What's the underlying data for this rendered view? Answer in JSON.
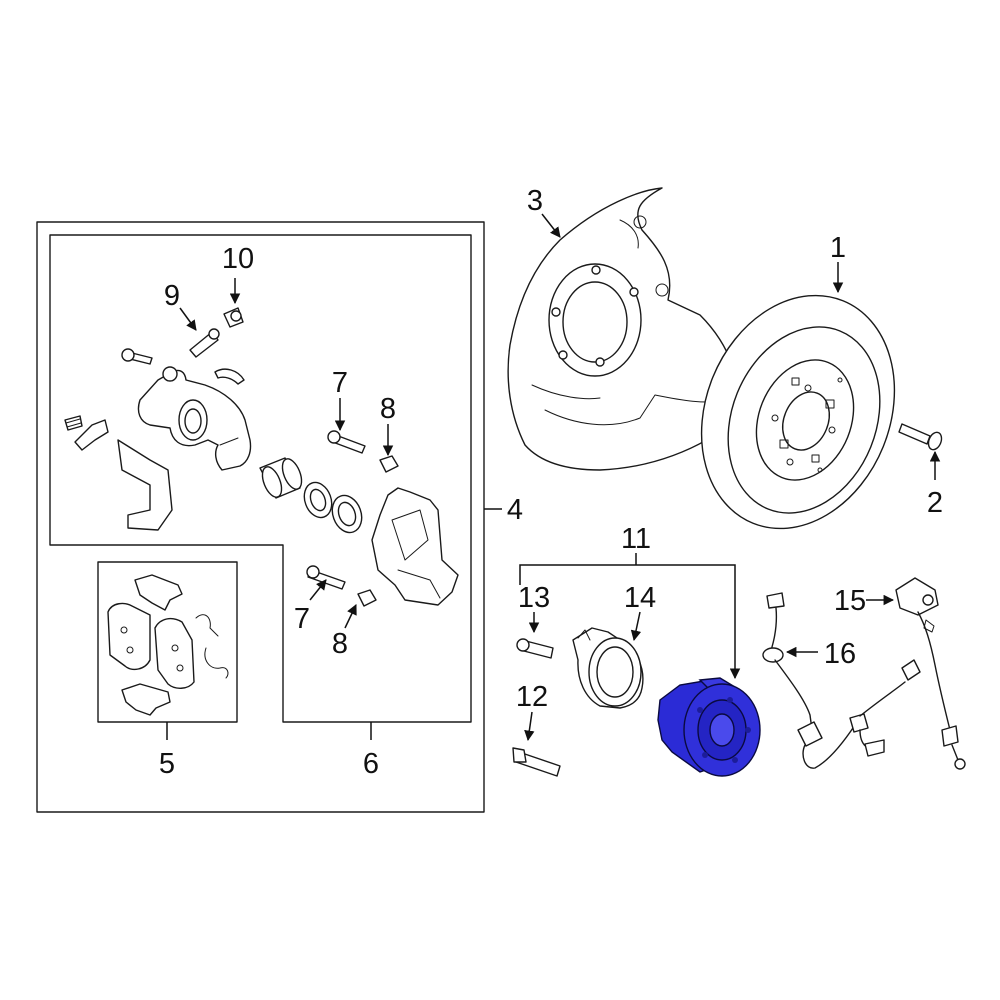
{
  "callouts": {
    "c1": "1",
    "c2": "2",
    "c3": "3",
    "c4": "4",
    "c5": "5",
    "c6": "6",
    "c7a": "7",
    "c7b": "7",
    "c8a": "8",
    "c8b": "8",
    "c9": "9",
    "c10": "10",
    "c11": "11",
    "c12": "12",
    "c13": "13",
    "c14": "14",
    "c15": "15",
    "c16": "16"
  },
  "colors": {
    "line": "#1a1a1a",
    "highlight_part": "#2b2bd6",
    "background": "#ffffff"
  }
}
